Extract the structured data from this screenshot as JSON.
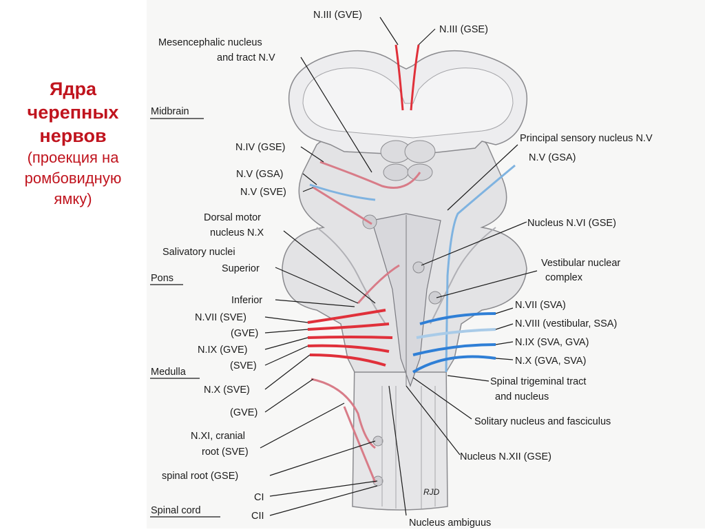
{
  "slide": {
    "title_lines": [
      "Ядра",
      "черепных",
      "нервов"
    ],
    "subtitle_lines": [
      "(проекция на",
      "ромбовидную",
      "ямку)"
    ]
  },
  "sections": {
    "midbrain": "Midbrain",
    "pons": "Pons",
    "medulla": "Medulla",
    "spinal_cord": "Spinal cord"
  },
  "labels_left": {
    "n3_gve": "N.III (GVE)",
    "mesenc_1": "Mesencephalic nucleus",
    "mesenc_2": "and tract N.V",
    "n4_gse": "N.IV (GSE)",
    "n5_gsa": "N.V (GSA)",
    "n5_sve": "N.V (SVE)",
    "dorsal_1": "Dorsal motor",
    "dorsal_2": "nucleus N.X",
    "salivatory": "Salivatory nuclei",
    "superior": "Superior",
    "inferior": "Inferior",
    "n7_sve": "N.VII (SVE)",
    "gve_1": "(GVE)",
    "n9_gve": "N.IX (GVE)",
    "sve_1": "(SVE)",
    "n10_sve": "N.X (SVE)",
    "gve_2": "(GVE)",
    "n11_1": "N.XI, cranial",
    "n11_2": "root (SVE)",
    "spinal_root": "spinal root (GSE)",
    "c1": "CI",
    "c2": "CII"
  },
  "labels_right": {
    "n3_gse": "N.III (GSE)",
    "principal": "Principal sensory nucleus N.V",
    "n5_gsa_r": "N.V (GSA)",
    "n6_gse": "Nucleus N.VI (GSE)",
    "vest_1": "Vestibular nuclear",
    "vest_2": "complex",
    "n7_sva": "N.VII (SVA)",
    "n8": "N.VIII (vestibular, SSA)",
    "n9_sva": "N.IX (SVA, GVA)",
    "n10_gva": "N.X (GVA, SVA)",
    "spinal_trig_1": "Spinal trigeminal tract",
    "spinal_trig_2": "and nucleus",
    "solitary": "Solitary nucleus and fasciculus",
    "n12": "Nucleus N.XII (GSE)",
    "ambiguus": "Nucleus ambiguus"
  },
  "signature": "RJD",
  "colors": {
    "title": "#c0141e",
    "motor": "#e0303a",
    "sensory": "#2f7fd6",
    "tissue": "#e4e4e6"
  }
}
